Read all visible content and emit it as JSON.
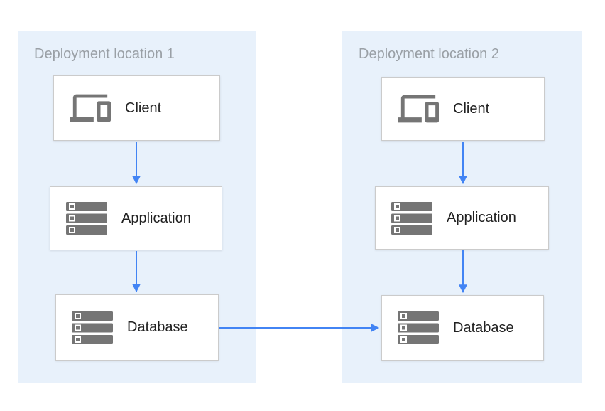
{
  "diagram": {
    "groups": [
      {
        "title": "Deployment location 1",
        "nodes": [
          {
            "id": "client-1",
            "label": "Client",
            "icon": "devices-icon"
          },
          {
            "id": "application-1",
            "label": "Application",
            "icon": "storage-icon"
          },
          {
            "id": "database-1",
            "label": "Database",
            "icon": "storage-icon"
          }
        ]
      },
      {
        "title": "Deployment location 2",
        "nodes": [
          {
            "id": "client-2",
            "label": "Client",
            "icon": "devices-icon"
          },
          {
            "id": "application-2",
            "label": "Application",
            "icon": "storage-icon"
          },
          {
            "id": "database-2",
            "label": "Database",
            "icon": "storage-icon"
          }
        ]
      }
    ],
    "edges": [
      {
        "from": "client-1",
        "to": "application-1"
      },
      {
        "from": "application-1",
        "to": "database-1"
      },
      {
        "from": "client-2",
        "to": "application-2"
      },
      {
        "from": "application-2",
        "to": "database-2"
      },
      {
        "from": "database-1",
        "to": "database-2"
      }
    ],
    "colors": {
      "panel_background": "#E8F1FB",
      "arrow": "#4284F4",
      "icon": "#757575",
      "node_border": "#CBCBCB",
      "title_text": "#9AA0A6",
      "label_text": "#212121"
    }
  }
}
